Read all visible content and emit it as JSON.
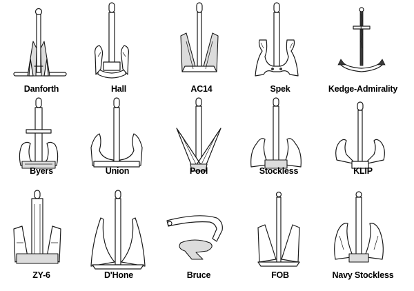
{
  "anchors": [
    {
      "name": "Danforth",
      "icon": "danforth-anchor-icon"
    },
    {
      "name": "Hall",
      "icon": "hall-anchor-icon"
    },
    {
      "name": "AC14",
      "icon": "ac14-anchor-icon"
    },
    {
      "name": "Spek",
      "icon": "spek-anchor-icon"
    },
    {
      "name": "Kedge-Admirality",
      "icon": "kedge-admirality-anchor-icon"
    },
    {
      "name": "Byers",
      "icon": "byers-anchor-icon"
    },
    {
      "name": "Union",
      "icon": "union-anchor-icon"
    },
    {
      "name": "Pool",
      "icon": "pool-anchor-icon"
    },
    {
      "name": "Stockless",
      "icon": "stockless-anchor-icon"
    },
    {
      "name": "KLIP",
      "icon": "klip-anchor-icon"
    },
    {
      "name": "ZY-6",
      "icon": "zy6-anchor-icon"
    },
    {
      "name": "D'Hone",
      "icon": "dhone-anchor-icon"
    },
    {
      "name": "Bruce",
      "icon": "bruce-anchor-icon"
    },
    {
      "name": "FOB",
      "icon": "fob-anchor-icon"
    },
    {
      "name": "Navy Stockless",
      "icon": "navy-stockless-anchor-icon"
    }
  ]
}
